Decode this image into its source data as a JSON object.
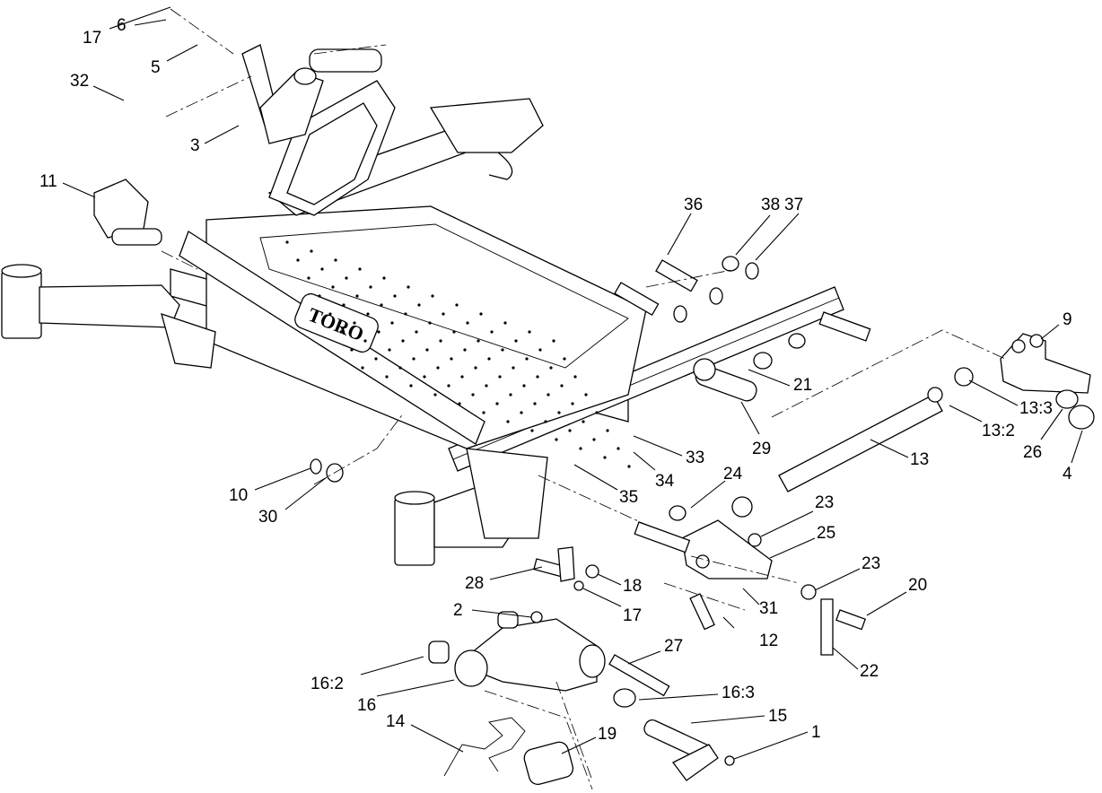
{
  "brand": {
    "logo_text": "TORO"
  },
  "callouts": [
    {
      "id": "c17a",
      "text": "17"
    },
    {
      "id": "c6",
      "text": "6"
    },
    {
      "id": "c5",
      "text": "5"
    },
    {
      "id": "c32",
      "text": "32"
    },
    {
      "id": "c3",
      "text": "3"
    },
    {
      "id": "c11",
      "text": "11"
    },
    {
      "id": "c36",
      "text": "36"
    },
    {
      "id": "c38",
      "text": "38"
    },
    {
      "id": "c37",
      "text": "37"
    },
    {
      "id": "c9",
      "text": "9"
    },
    {
      "id": "c21",
      "text": "21"
    },
    {
      "id": "c13_3",
      "text": "13:3"
    },
    {
      "id": "c13_2",
      "text": "13:2"
    },
    {
      "id": "c29",
      "text": "29"
    },
    {
      "id": "c26",
      "text": "26"
    },
    {
      "id": "c4",
      "text": "4"
    },
    {
      "id": "c13",
      "text": "13"
    },
    {
      "id": "c33",
      "text": "33"
    },
    {
      "id": "c34",
      "text": "34"
    },
    {
      "id": "c35",
      "text": "35"
    },
    {
      "id": "c10",
      "text": "10"
    },
    {
      "id": "c30",
      "text": "30"
    },
    {
      "id": "c24",
      "text": "24"
    },
    {
      "id": "c23a",
      "text": "23"
    },
    {
      "id": "c25",
      "text": "25"
    },
    {
      "id": "c23b",
      "text": "23"
    },
    {
      "id": "c20",
      "text": "20"
    },
    {
      "id": "c28",
      "text": "28"
    },
    {
      "id": "c18",
      "text": "18"
    },
    {
      "id": "c17b",
      "text": "17"
    },
    {
      "id": "c31",
      "text": "31"
    },
    {
      "id": "c12",
      "text": "12"
    },
    {
      "id": "c2",
      "text": "2"
    },
    {
      "id": "c27",
      "text": "27"
    },
    {
      "id": "c22",
      "text": "22"
    },
    {
      "id": "c16_2",
      "text": "16:2"
    },
    {
      "id": "c16",
      "text": "16"
    },
    {
      "id": "c16_3",
      "text": "16:3"
    },
    {
      "id": "c14",
      "text": "14"
    },
    {
      "id": "c19",
      "text": "19"
    },
    {
      "id": "c15",
      "text": "15"
    },
    {
      "id": "c1",
      "text": "1"
    }
  ]
}
